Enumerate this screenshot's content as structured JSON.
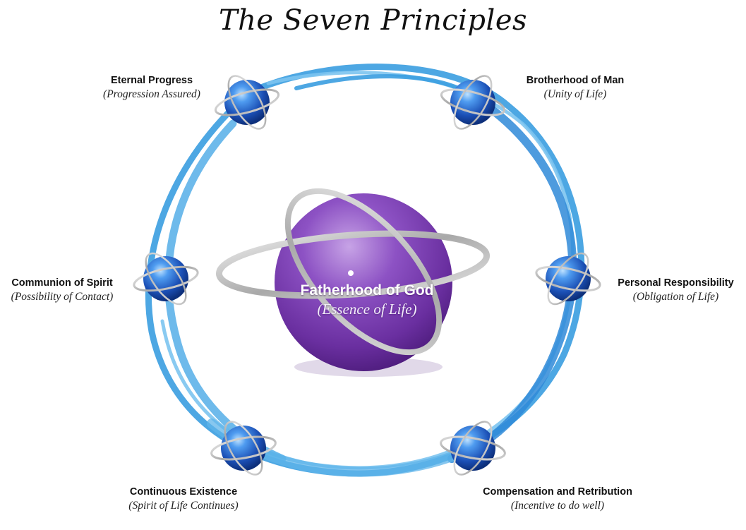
{
  "title": "The Seven Principles",
  "center": {
    "name": "Fatherhood of God",
    "subtitle": "(Essence of Life)"
  },
  "principles": [
    {
      "name": "Eternal Progress",
      "subtitle": "(Progression Assured)"
    },
    {
      "name": "Brotherhood of Man",
      "subtitle": "(Unity of Life)"
    },
    {
      "name": "Communion of Spirit",
      "subtitle": "(Possibility of Contact)"
    },
    {
      "name": "Personal Responsibility",
      "subtitle": "(Obligation of Life)"
    },
    {
      "name": "Continuous Existence",
      "subtitle": "(Spirit of Life Continues)"
    },
    {
      "name": "Compensation and Retribution",
      "subtitle": "(Incentive to do well)"
    }
  ],
  "colors": {
    "ring_blue": "#3a9de0",
    "ring_blue_light": "#7cc4f0",
    "node_blue": "#1f5fc4",
    "center_purple": "#7a3fae",
    "orbit_silver": "#b9b9b9"
  },
  "icons": [
    "blue-sphere-icon",
    "silver-orbit-ring-icon",
    "purple-sphere-icon"
  ]
}
